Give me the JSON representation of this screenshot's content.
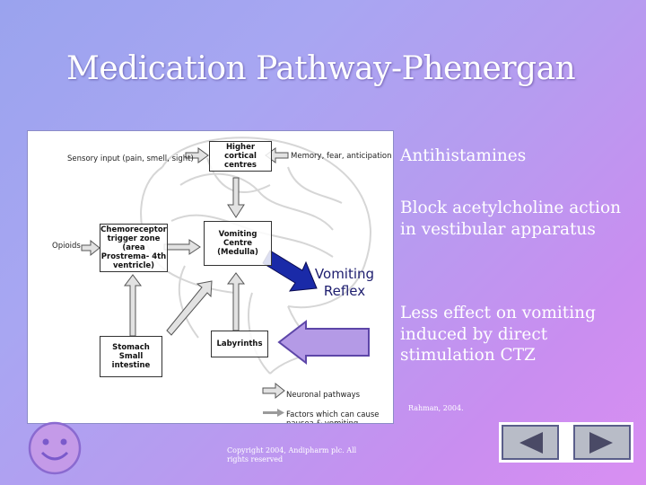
{
  "slide": {
    "title": "Medication Pathway-Phenergan"
  },
  "diagram": {
    "sensory_input": "Sensory input (pain, smell, sight)",
    "higher_cortical": "Higher cortical centres",
    "memory": "Memory, fear, anticipation",
    "opioids": "Opioids",
    "ctz": "Chemoreceptor trigger zone (area Prostrema- 4th ventricle)",
    "vomiting_centre": "Vomiting Centre (Medulla)",
    "vomiting_reflex": "Vomiting Reflex",
    "labyrinths": "Labyrinths",
    "stomach": "Stomach Small intestine",
    "legend_neuronal": "Neuronal pathways",
    "legend_factors": "Factors which can cause nausea & vomiting"
  },
  "side_text": {
    "p1": "Antihistamines",
    "p2": "Block acetylcholine action in  vestibular apparatus",
    "p3": "Less effect on vomiting induced by direct stimulation CTZ"
  },
  "citation": "Rahman, 2004.",
  "copyright": "Copyright 2004, Andipharm plc.  All rights reserved",
  "nav": {
    "prev_icon": "triangle-left-icon",
    "next_icon": "triangle-right-icon"
  },
  "colors": {
    "accent_arrow": "#1a2aa8",
    "nav_gray": "#b8bcc7",
    "nav_dark": "#4a4a66"
  }
}
